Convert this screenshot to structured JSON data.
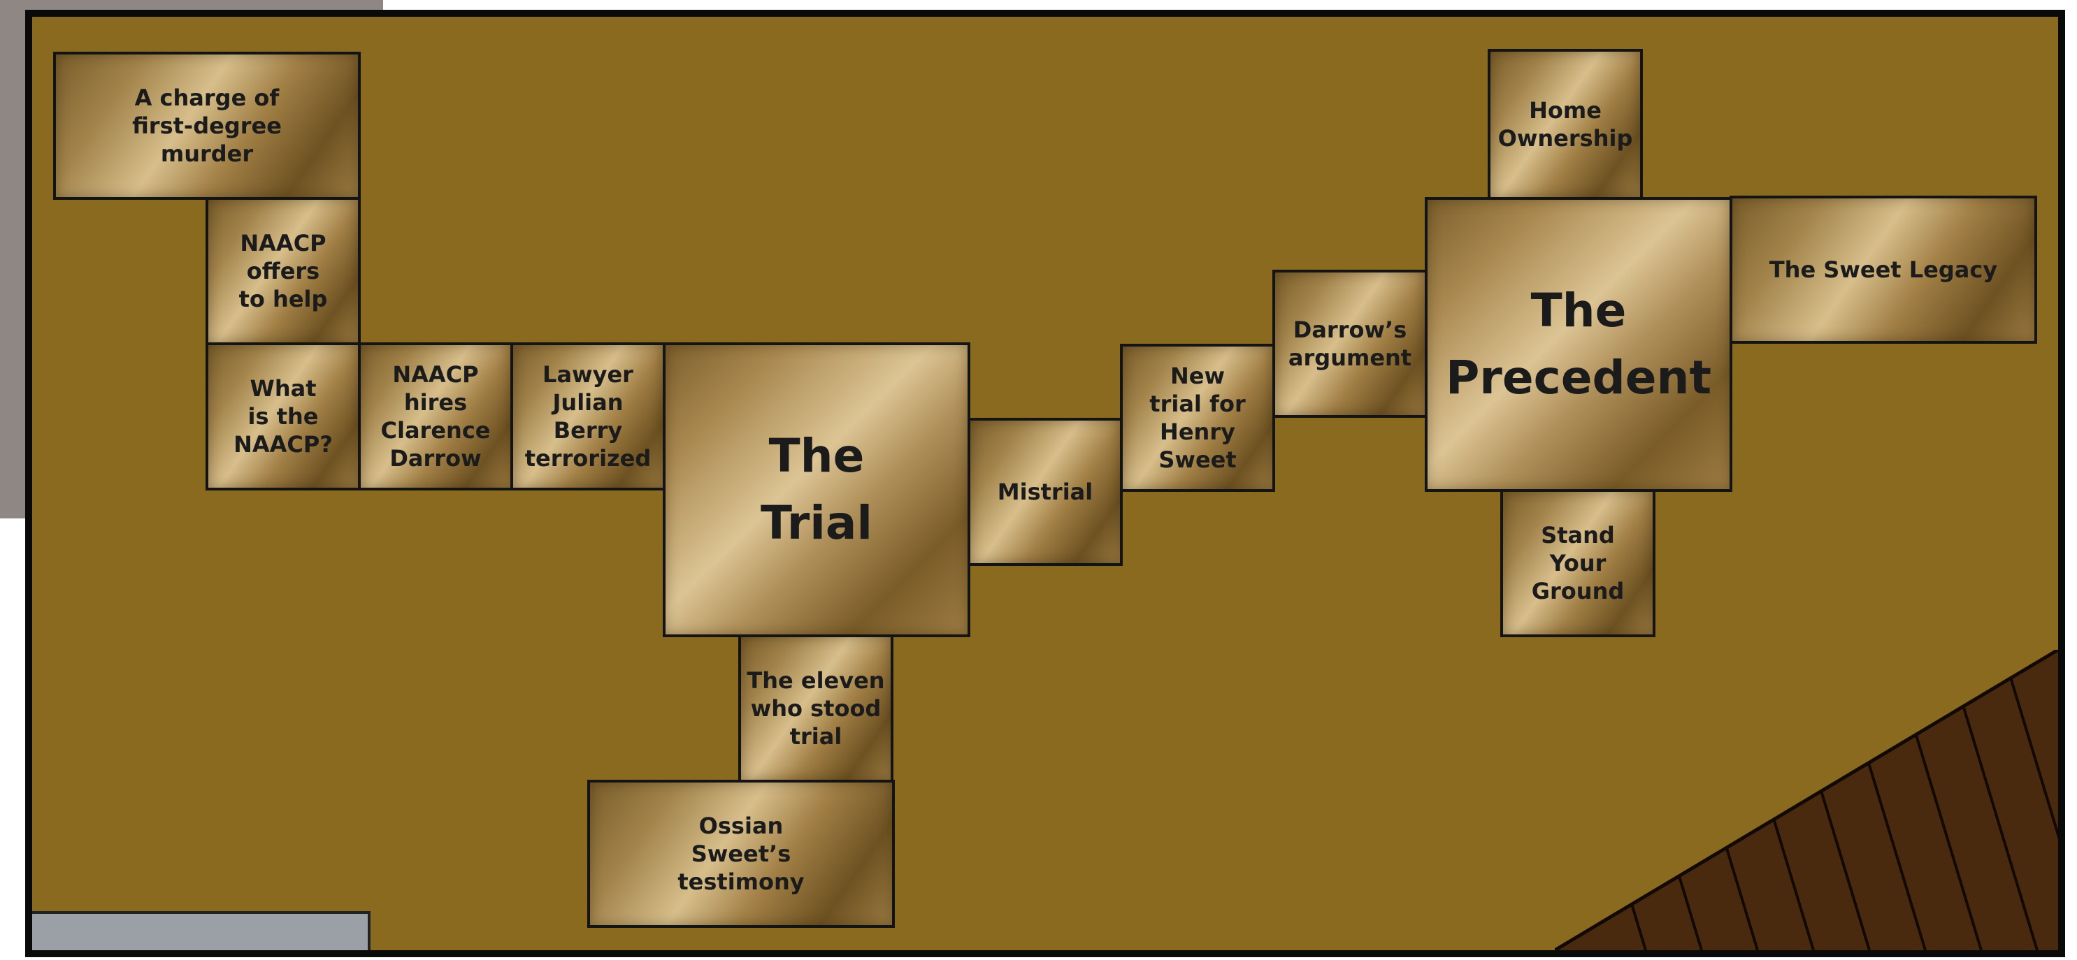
{
  "tiles": {
    "charge": "A charge of\nfirst-degree\nmurder",
    "naacp_offers": "NAACP\noffers\nto help",
    "what_is_naacp": "What\nis the\nNAACP?",
    "naacp_hires": "NAACP\nhires\nClarence\nDarrow",
    "lawyer_julian": "Lawyer\nJulian\nBerry\nterrorized",
    "the_trial": "The\nTrial",
    "eleven": "The eleven\nwho stood\ntrial",
    "ossian": "Ossian\nSweet’s\ntestimony",
    "mistrial": "Mistrial",
    "new_trial": "New\ntrial for\nHenry Sweet",
    "darrows_argument": "Darrow’s\nargument",
    "the_precedent": "The\nPrecedent",
    "home_ownership": "Home\nOwnership",
    "sweet_legacy": "The Sweet Legacy",
    "stand_your_ground": "Stand\nYour\nGround"
  }
}
